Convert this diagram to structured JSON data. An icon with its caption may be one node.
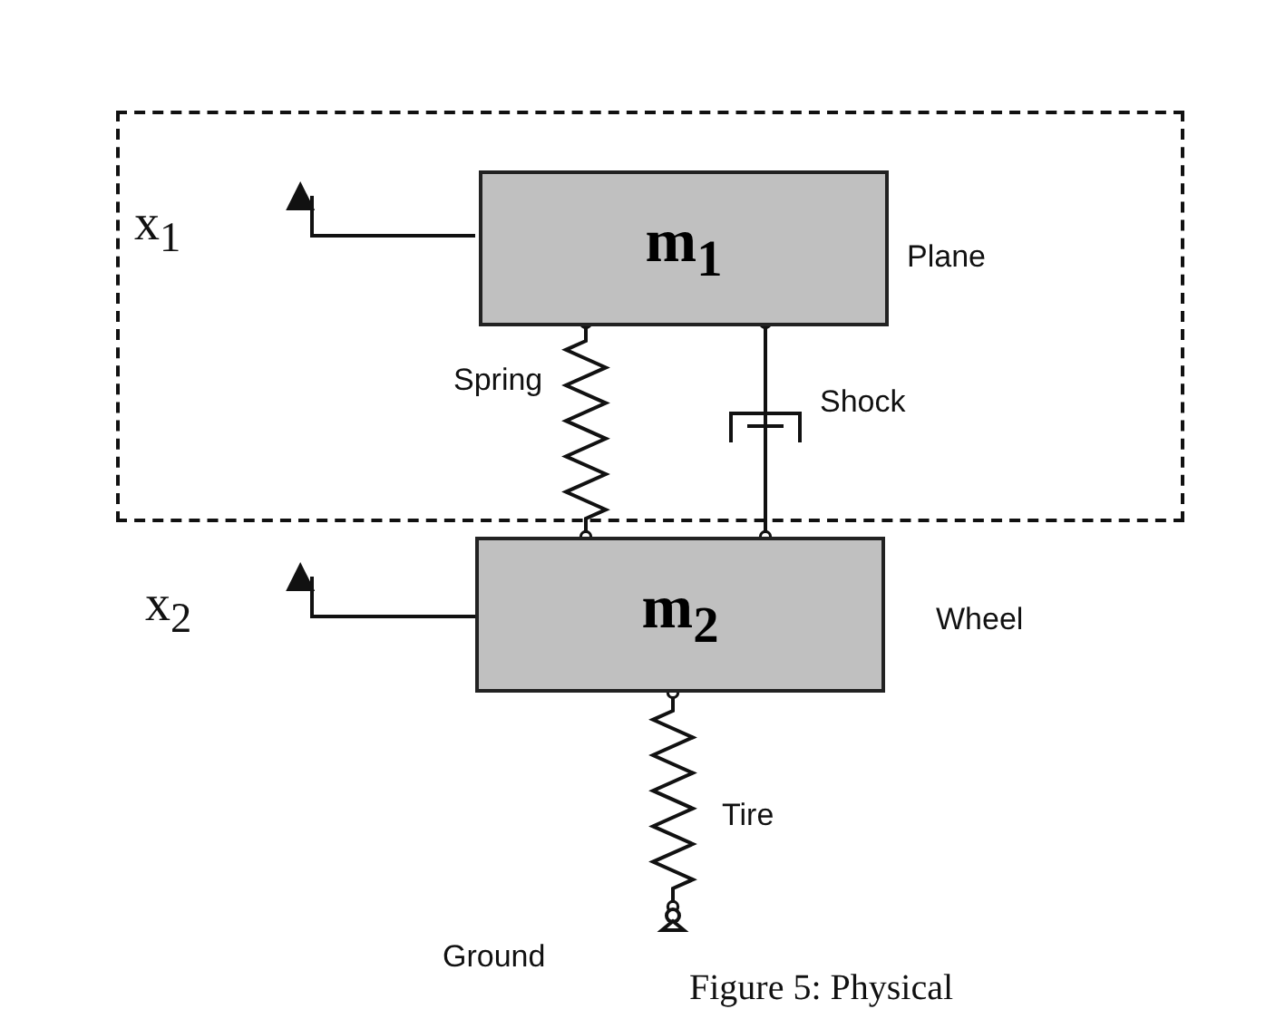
{
  "diagram": {
    "caption": "Figure 5: Physical",
    "nodes": [
      {
        "text": [],
        "shape": "box"
      },
      {
        "text": [
          "m$_{1}$"
        ],
        "in": 0,
        "beside": [
          "Plane"
        ]
      },
      {
        "text": [
          "m$_{2}$"
        ],
        "beside": [
          "Wheel"
        ]
      },
      {
        "text": [],
        "shape": "anchor",
        "beside": [
          "Ground"
        ]
      }
    ],
    "edges": [
      {
        "from": 1,
        "to": null,
        "arrow": "to",
        "label": "x$_{1}$"
      },
      {
        "from": 1,
        "to": 2,
        "arrow": "other",
        "label": "Spring"
      },
      {
        "from": 1,
        "to": 2,
        "arrow": "other",
        "label": "Shock"
      },
      {
        "from": 2,
        "to": null,
        "arrow": "to",
        "label": "x$_{2}$"
      },
      {
        "from": 2,
        "to": 3,
        "arrow": "other",
        "label": "Tire"
      }
    ]
  }
}
